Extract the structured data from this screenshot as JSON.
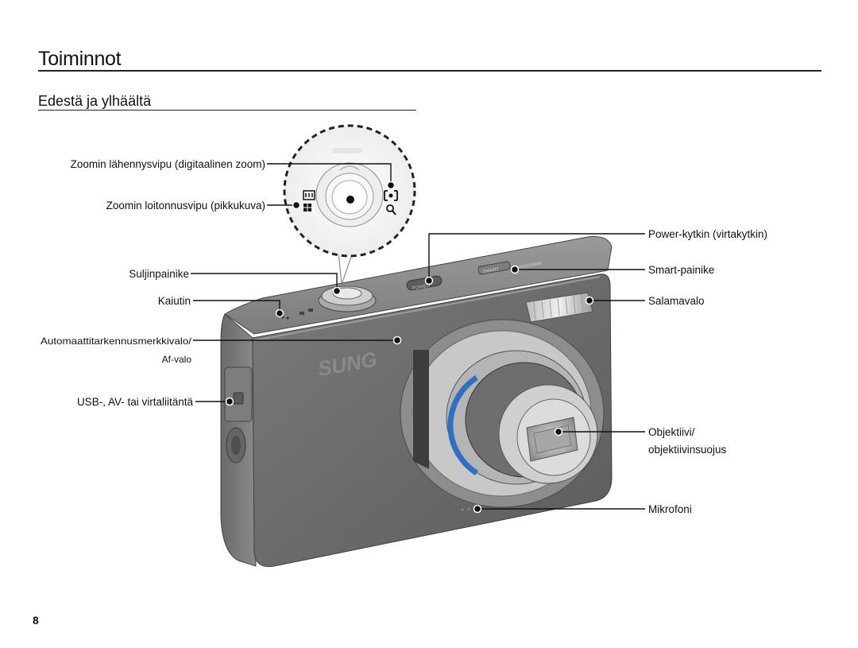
{
  "page": {
    "title": "Toiminnot",
    "subtitle": "Edestä ja ylhäältä",
    "page_number": "8"
  },
  "labels": {
    "zoom_in": "Zoomin lähennysvipu (digitaalinen zoom)",
    "zoom_out": "Zoomin loitonnusvipu (pikkukuva)",
    "shutter": "Suljinpainike",
    "speaker": "Kaiutin",
    "af_lamp_line1": "Automaattitarkennusmerkkivalo/",
    "af_lamp_line2": "Af-valo",
    "usb_port": "USB-, AV- tai virtaliitäntä",
    "power_switch": "Power-kytkin (virtakytkin)",
    "smart_button": "Smart-painike",
    "flash": "Salamavalo",
    "lens_line1": "Objektiivi/",
    "lens_line2": "objektiivinsuojus",
    "microphone": "Mikrofoni"
  },
  "camera": {
    "brand_text": "SUNG",
    "button_texts": [
      "POWER",
      "SMART",
      "PROGRAM"
    ]
  },
  "colors": {
    "body": "#6b6b6b",
    "body_dark": "#4a4a4a",
    "lens_ring": "#2f6fc4",
    "lens_silver": "#d2d2d2"
  }
}
